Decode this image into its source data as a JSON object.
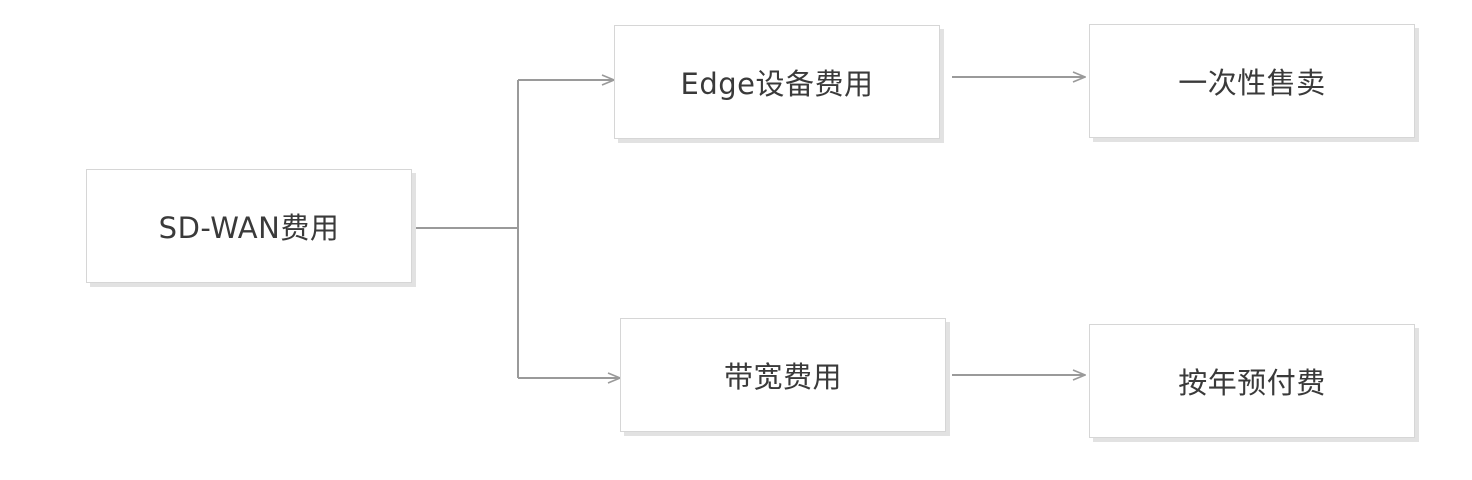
{
  "diagram": {
    "root": {
      "label": "SD-WAN费用"
    },
    "branches": [
      {
        "label": "Edge设备费用",
        "child": {
          "label": "一次性售卖"
        }
      },
      {
        "label": "带宽费用",
        "child": {
          "label": "按年预付费"
        }
      }
    ],
    "colors": {
      "line": "#9a9a9a",
      "box_border": "#d6d6d6",
      "box_shadow": "#e2e2e2",
      "text": "#3a3a3a"
    }
  }
}
